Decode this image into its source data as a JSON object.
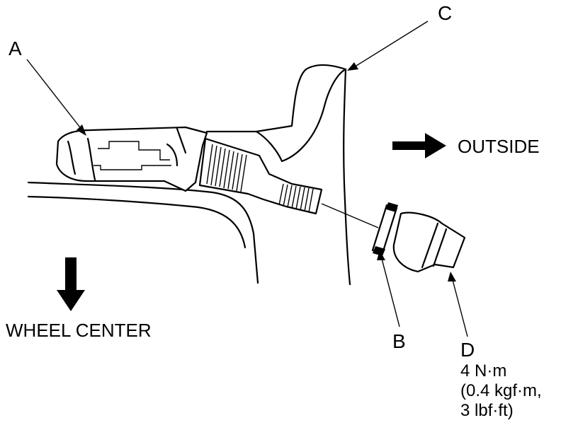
{
  "labels": {
    "A": "A",
    "B": "B",
    "C": "C",
    "D": "D"
  },
  "directions": {
    "outside": "OUTSIDE",
    "wheel_center": "WHEEL CENTER"
  },
  "torque_spec": {
    "line1": "4 N·m",
    "line2": "(0.4 kgf·m,",
    "line3": "3 lbf·ft)"
  },
  "colors": {
    "ink": "#000000",
    "background": "#ffffff"
  }
}
